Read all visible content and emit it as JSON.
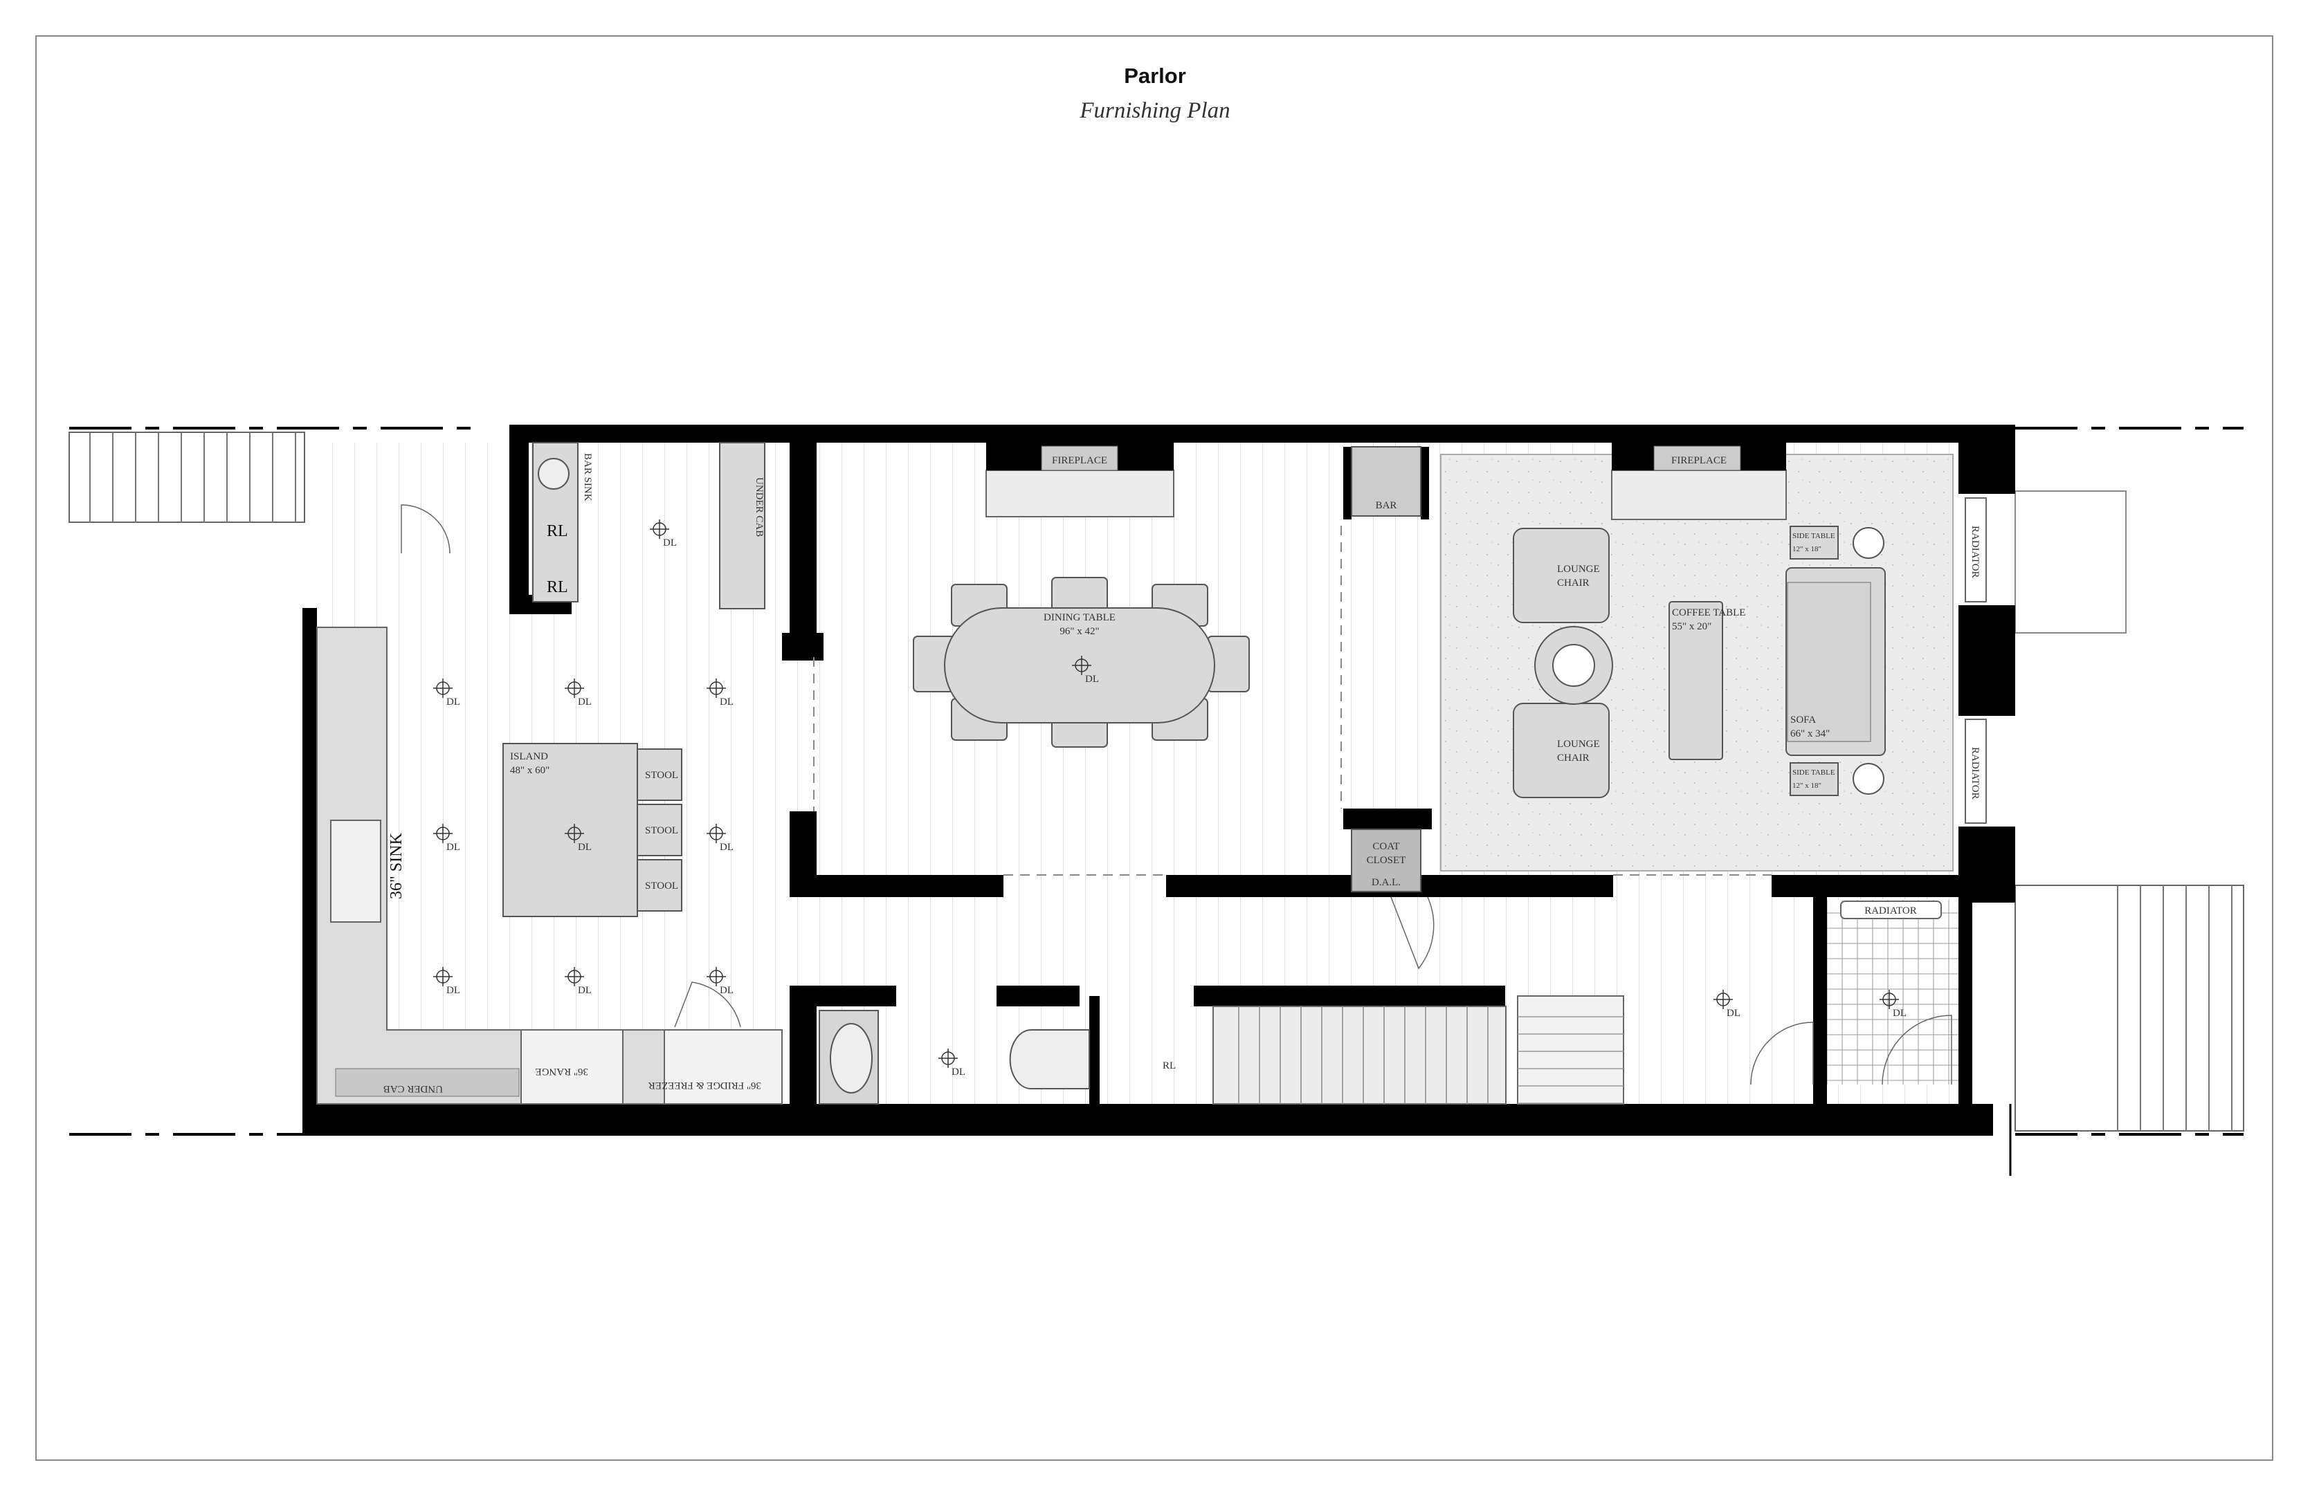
{
  "sheet": {
    "title": "Parlor",
    "subtitle": "Furnishing Plan"
  },
  "labels": {
    "bar_sink": "BAR SINK",
    "rl": "RL",
    "under_cab": "UNDER CAB",
    "dl": "DL",
    "fireplace": "FIREPLACE",
    "bar": "BAR",
    "dining_table": "DINING TABLE",
    "dining_table_size": "96\" x 42\"",
    "island": "ISLAND",
    "island_size": "48\" x 60\"",
    "stool": "STOOL",
    "sink": "36\" SINK",
    "range": "36\" RANGE",
    "fridge": "36\" FRIDGE & FREEZER",
    "coat_closet_1": "COAT",
    "coat_closet_2": "CLOSET",
    "dal": "D.A.L.",
    "lounge_1": "LOUNGE",
    "lounge_2": "CHAIR",
    "coffee_table": "COFFEE TABLE",
    "coffee_table_size": "55\" x 20\"",
    "sofa": "SOFA",
    "sofa_size": "66\" x 34\"",
    "side_table": "SIDE TABLE",
    "side_table_size": "12\" x 18\"",
    "radiator": "RADIATOR"
  },
  "colors": {
    "wall": "#000000",
    "furniture": "#d9d9d9",
    "rug": "#ececec",
    "floor_lines": "#cfcfcf"
  }
}
